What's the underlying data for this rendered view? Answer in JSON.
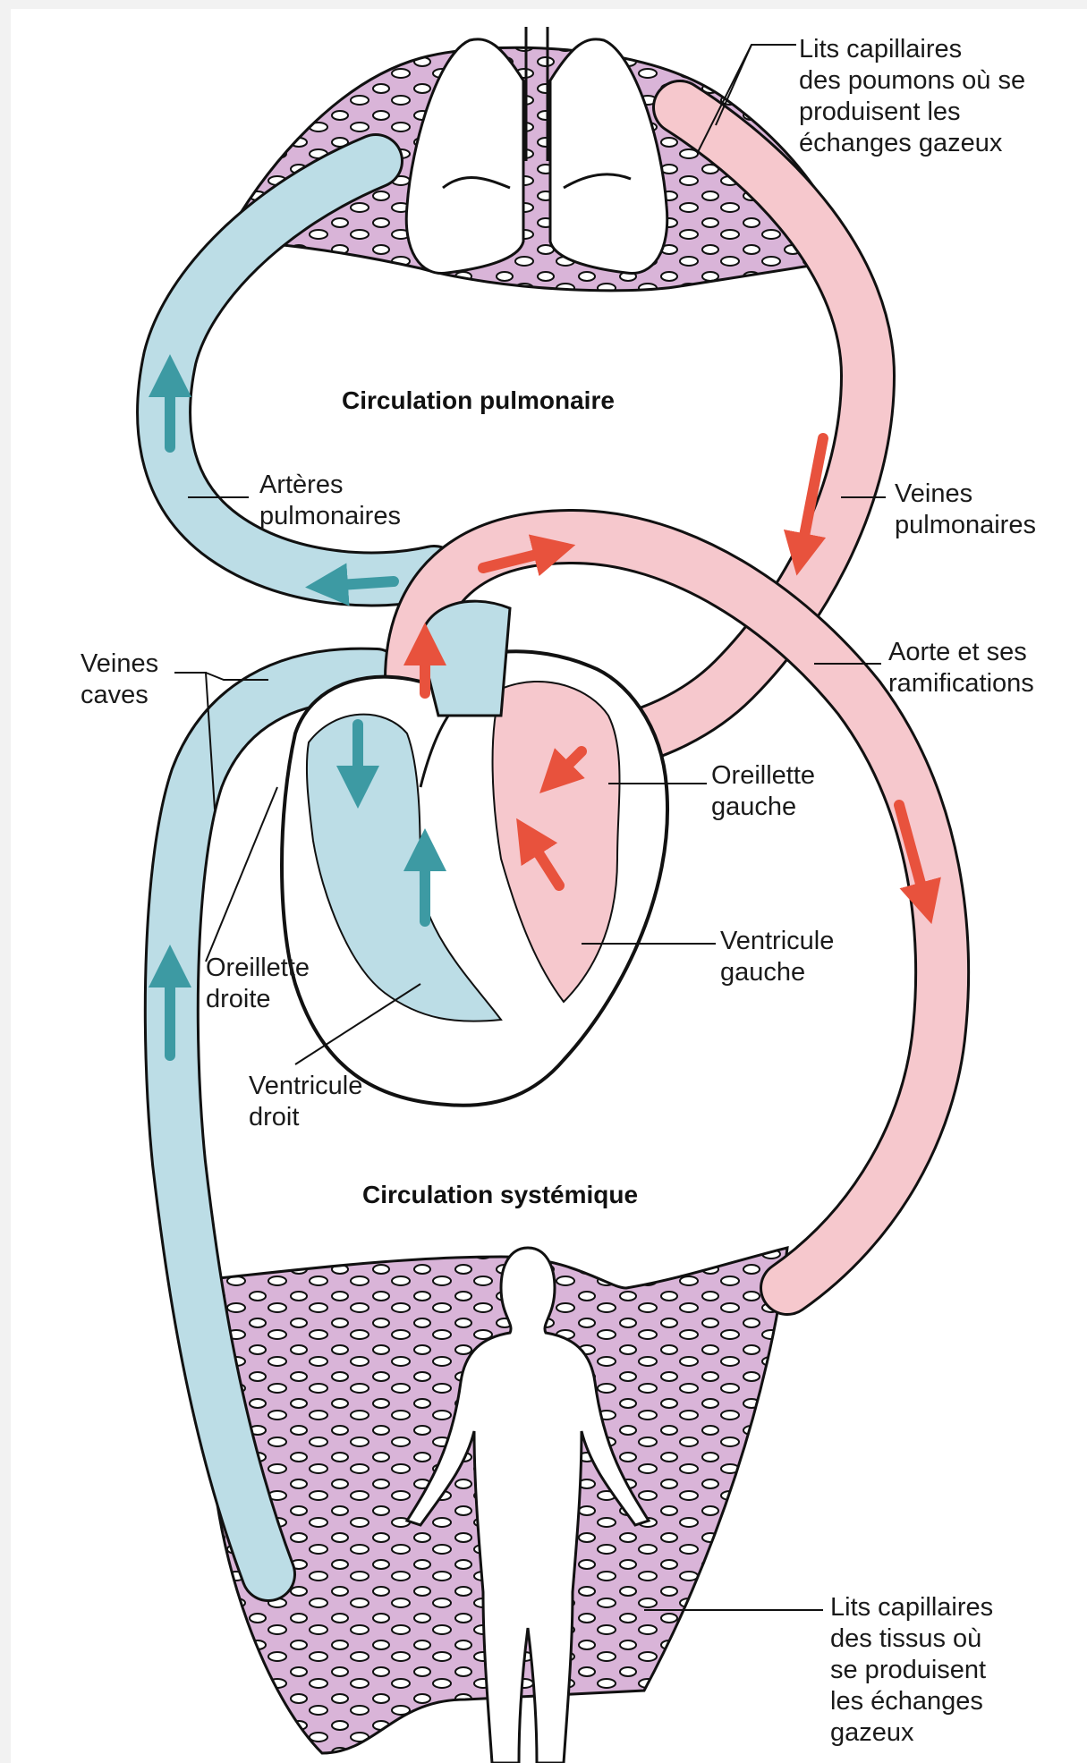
{
  "colors": {
    "oxygen_poor": "#bcdde6",
    "oxygen_rich": "#f6c8cd",
    "capillary": "#d9b4d8",
    "arrow_blue": "#3d9aa3",
    "arrow_red": "#e8523d",
    "outline": "#111111"
  },
  "titles": {
    "pulmonary": "Circulation pulmonaire",
    "systemic": "Circulation systémique"
  },
  "labels": {
    "lung_capillaries": "Lits capillaires\ndes poumons où se\nproduisent les\néchanges gazeux",
    "pulmonary_arteries": "Artères\npulmonaires",
    "pulmonary_veins": "Veines\npulmonaires",
    "venae_cavae": "Veines\ncaves",
    "aorta": "Aorte et ses\nramifications",
    "left_atrium": "Oreillette\ngauche",
    "left_ventricle": "Ventricule\ngauche",
    "right_atrium": "Oreillette\ndroite",
    "right_ventricle": "Ventricule\ndroit",
    "tissue_capillaries": "Lits capillaires\ndes tissus où\nse produisent\nles échanges\ngazeux"
  },
  "icons": [
    "lungs-icon",
    "heart-icon",
    "human-silhouette-icon",
    "flow-arrow-icon"
  ]
}
